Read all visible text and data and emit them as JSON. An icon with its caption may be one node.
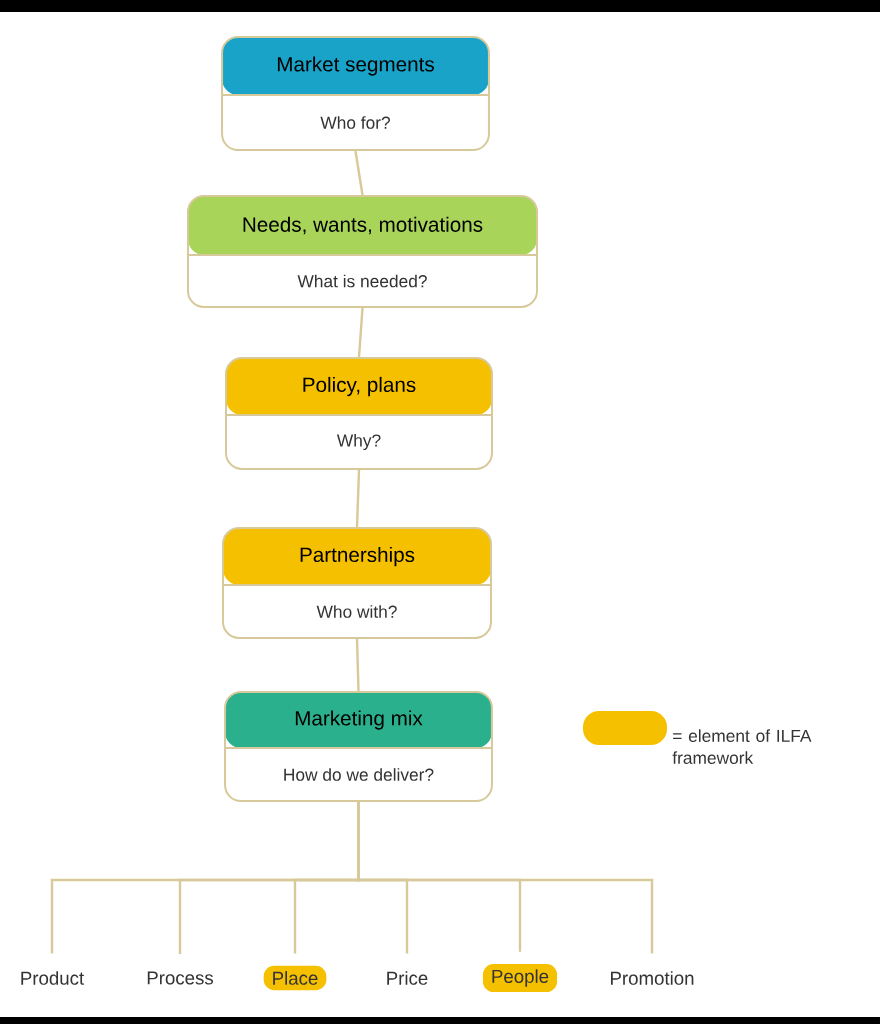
{
  "diagram": {
    "nodes": [
      {
        "text": [
          "Market segments",
          "Who for?"
        ]
      },
      {
        "text": [
          "Needs, wants, motivations",
          "What is needed?"
        ]
      },
      {
        "text": [
          "Policy, plans",
          "Why?"
        ]
      },
      {
        "text": [
          "Partnerships",
          "Who with?"
        ]
      },
      {
        "text": [
          "Marketing mix",
          "How do we deliver?"
        ]
      },
      {
        "text": [
          "Product"
        ]
      },
      {
        "text": [
          "Process"
        ]
      },
      {
        "text": [
          "Place"
        ]
      },
      {
        "text": [
          "Price"
        ]
      },
      {
        "text": [
          "People"
        ]
      },
      {
        "text": [
          "Promotion"
        ]
      }
    ],
    "edges": [
      {
        "from": 0,
        "to": 1,
        "arrow": "none"
      },
      {
        "from": 1,
        "to": 2,
        "arrow": "none"
      },
      {
        "from": 2,
        "to": 3,
        "arrow": "none"
      },
      {
        "from": 3,
        "to": 4,
        "arrow": "none"
      },
      {
        "from": 4,
        "to": 5,
        "arrow": "none"
      },
      {
        "from": 4,
        "to": 6,
        "arrow": "none"
      },
      {
        "from": 4,
        "to": 7,
        "arrow": "none"
      },
      {
        "from": 4,
        "to": 8,
        "arrow": "none"
      },
      {
        "from": 4,
        "to": 9,
        "arrow": "none"
      },
      {
        "from": 4,
        "to": 10,
        "arrow": "none"
      }
    ],
    "legend": [
      {
        "text": "= element of ILFA framework",
        "color": "#f5c000"
      }
    ]
  }
}
